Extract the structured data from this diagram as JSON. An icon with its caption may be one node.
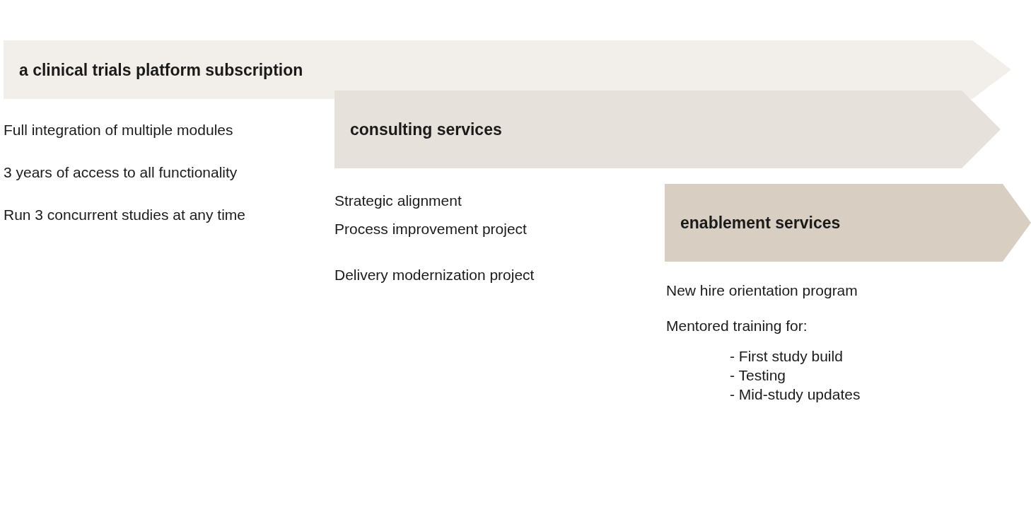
{
  "diagram": {
    "nodes": [
      {
        "text": [
          "a clinical trials platform subscription"
        ],
        "beside": [
          "Full integration of multiple modules",
          "3 years of access to all functionality",
          "Run 3 concurrent studies at any time"
        ]
      },
      {
        "text": [
          "consulting services"
        ],
        "beside": [
          "Strategic alignment",
          "Process improvement project",
          "Delivery modernization project"
        ]
      },
      {
        "text": [
          "enablement services"
        ],
        "beside": [
          "New hire orientation program",
          "Mentored training for:",
          "- First study build",
          "- Testing",
          "- Mid-study updates"
        ]
      }
    ]
  }
}
